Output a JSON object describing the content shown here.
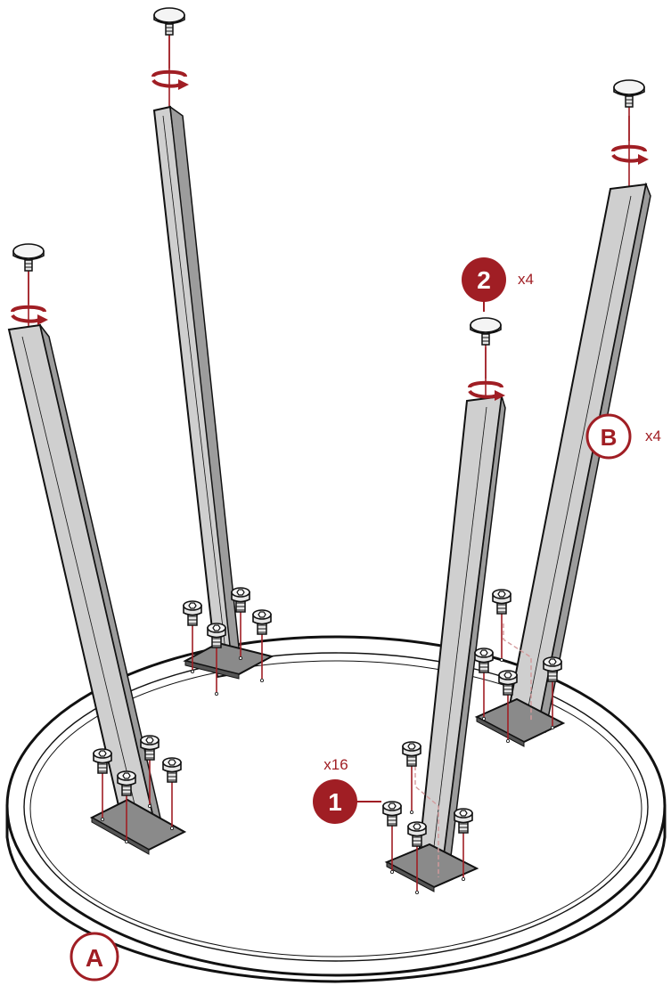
{
  "callouts": {
    "screw_step": {
      "number": "1",
      "quantity": "x16"
    },
    "foot_step": {
      "number": "2",
      "quantity": "x4"
    },
    "part_a": {
      "letter": "A"
    },
    "part_b": {
      "letter": "B",
      "quantity": "x4"
    }
  },
  "colors": {
    "accent": "#a01e24",
    "outline": "#111111",
    "leg_fill": "#cfcfcf",
    "leg_shade": "#9c9c9c",
    "screw_fill": "#e6e6e6",
    "table_fill": "#ffffff"
  },
  "icons": {
    "rotate": "clockwise-rotation-arrow-icon",
    "screw": "hex-socket-screw-icon",
    "foot": "leveling-foot-icon"
  }
}
